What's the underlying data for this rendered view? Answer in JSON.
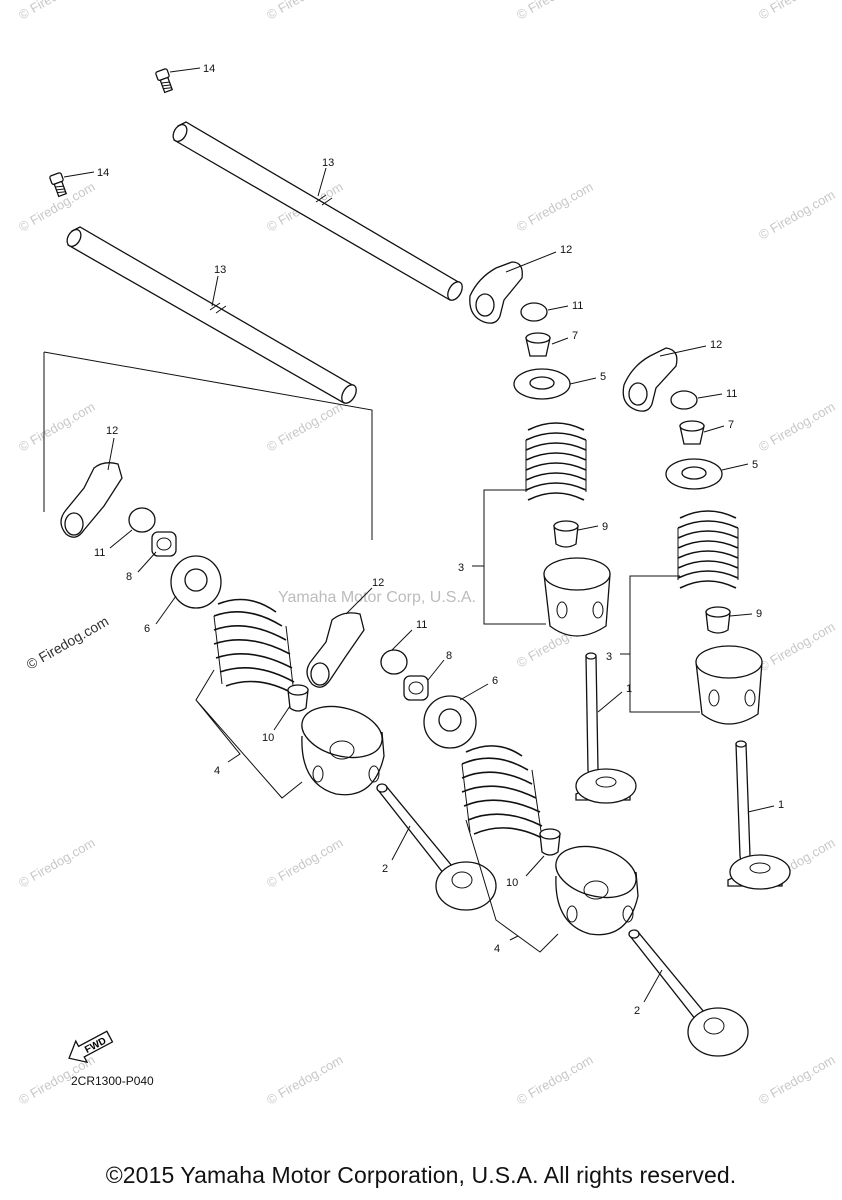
{
  "diagram": {
    "code": "2CR1300-P040",
    "copyright": "©2015 Yamaha Motor Corporation, U.S.A. All rights reserved.",
    "center_watermark": "Yamaha Motor Corp, U.S.A.",
    "watermark_text": "© Firedog.com",
    "fwd_label": "FWD",
    "callouts": [
      {
        "id": "c14a",
        "label": "14"
      },
      {
        "id": "c14b",
        "label": "14"
      },
      {
        "id": "c13a",
        "label": "13"
      },
      {
        "id": "c13b",
        "label": "13"
      },
      {
        "id": "c12a",
        "label": "12"
      },
      {
        "id": "c12b",
        "label": "12"
      },
      {
        "id": "c12c",
        "label": "12"
      },
      {
        "id": "c12d",
        "label": "12"
      },
      {
        "id": "c11a",
        "label": "11"
      },
      {
        "id": "c11b",
        "label": "11"
      },
      {
        "id": "c11c",
        "label": "11"
      },
      {
        "id": "c11d",
        "label": "11"
      },
      {
        "id": "c7a",
        "label": "7"
      },
      {
        "id": "c7b",
        "label": "7"
      },
      {
        "id": "c5a",
        "label": "5"
      },
      {
        "id": "c5b",
        "label": "5"
      },
      {
        "id": "c9a",
        "label": "9"
      },
      {
        "id": "c9b",
        "label": "9"
      },
      {
        "id": "c3a",
        "label": "3"
      },
      {
        "id": "c3b",
        "label": "3"
      },
      {
        "id": "c1a",
        "label": "1"
      },
      {
        "id": "c1b",
        "label": "1"
      },
      {
        "id": "c8a",
        "label": "8"
      },
      {
        "id": "c8b",
        "label": "8"
      },
      {
        "id": "c6a",
        "label": "6"
      },
      {
        "id": "c6b",
        "label": "6"
      },
      {
        "id": "c10a",
        "label": "10"
      },
      {
        "id": "c10b",
        "label": "10"
      },
      {
        "id": "c4a",
        "label": "4"
      },
      {
        "id": "c4b",
        "label": "4"
      },
      {
        "id": "c2a",
        "label": "2"
      },
      {
        "id": "c2b",
        "label": "2"
      }
    ]
  }
}
